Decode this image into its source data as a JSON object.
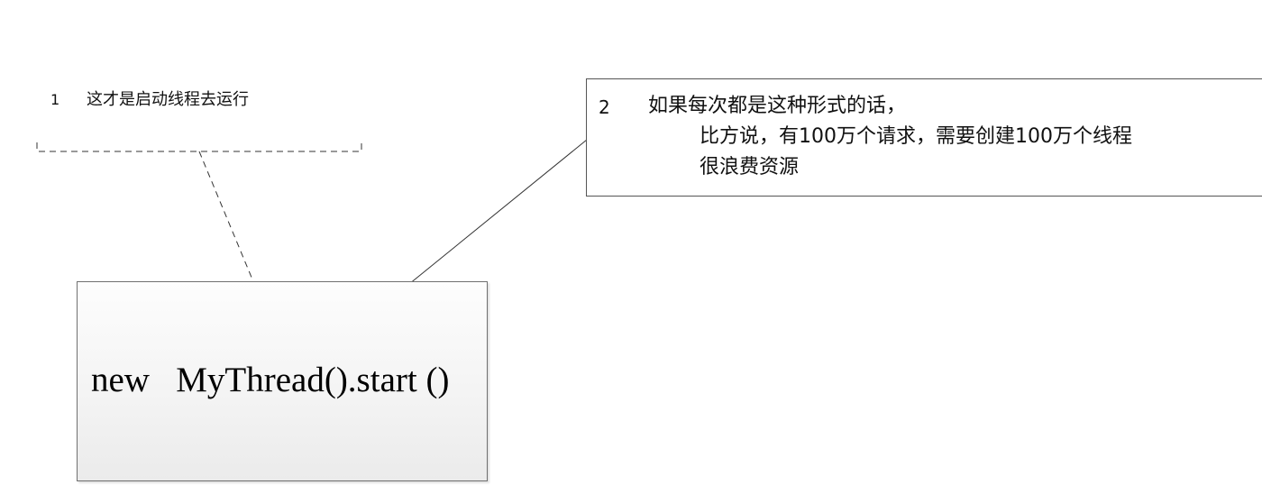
{
  "annotations": [
    {
      "number": "1",
      "text": "这才是启动线程去运行"
    },
    {
      "number": "2",
      "lines": [
        "如果每次都是这种形式的话，",
        "比方说，有100万个请求，需要创建100万个线程",
        "很浪费资源"
      ]
    }
  ],
  "code_box": {
    "text": "new   MyThread().start ()"
  },
  "colors": {
    "line": "#333333",
    "box_border": "#707070"
  }
}
